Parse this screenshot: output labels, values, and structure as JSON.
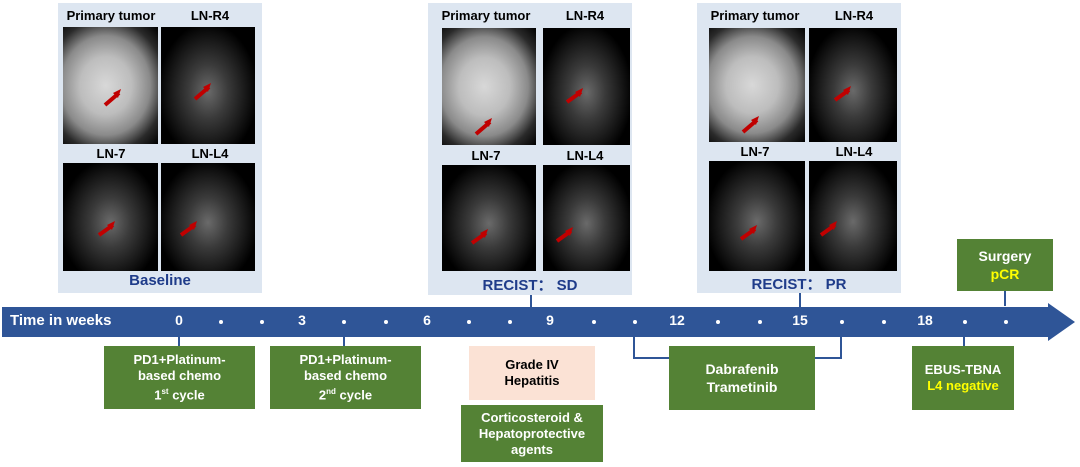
{
  "panels": [
    {
      "caption": "Baseline",
      "labels": {
        "tl": "Primary tumor",
        "tr": "LN-R4",
        "bl": "LN-7",
        "br": "LN-L4"
      }
    },
    {
      "caption": "RECIST： SD",
      "labels": {
        "tl": "Primary tumor",
        "tr": "LN-R4",
        "bl": "LN-7",
        "br": "LN-L4"
      }
    },
    {
      "caption": "RECIST： PR",
      "labels": {
        "tl": "Primary tumor",
        "tr": "LN-R4",
        "bl": "LN-7",
        "br": "LN-L4"
      }
    }
  ],
  "timeline": {
    "title": "Time in weeks",
    "ticks": [
      {
        "week": 0,
        "label": "0"
      },
      {
        "week": 3,
        "label": "3"
      },
      {
        "week": 6,
        "label": "6"
      },
      {
        "week": 9,
        "label": "9"
      },
      {
        "week": 12,
        "label": "12"
      },
      {
        "week": 15,
        "label": "15"
      },
      {
        "week": 18,
        "label": "18"
      }
    ],
    "bar_color": "#2f5597"
  },
  "events": {
    "cycle1": {
      "line1": "PD1+Platinum-",
      "line2": "based chemo",
      "line3_num": "1",
      "line3_sup": "st",
      "line3_rest": " cycle"
    },
    "cycle2": {
      "line1": "PD1+Platinum-",
      "line2": "based chemo",
      "line3_num": "2",
      "line3_sup": "nd",
      "line3_rest": " cycle"
    },
    "hepatitis": {
      "line1": "Grade IV",
      "line2": "Hepatitis"
    },
    "steroid": {
      "line1": "Corticosteroid &",
      "line2": "Hepatoprotective",
      "line3": "agents"
    },
    "dabrafenib": {
      "line1": "Dabrafenib",
      "line2": "Trametinib"
    },
    "ebus": {
      "line1": "EBUS-TBNA",
      "line2": "L4 negative"
    },
    "surgery": {
      "line1": "Surgery",
      "line2": "pCR"
    }
  },
  "colors": {
    "green": "#548235",
    "pink": "#fbe2d5",
    "panel_bg": "#dde6f1",
    "caption": "#1f3c8a",
    "highlight": "#ffff00",
    "arrow": "#c00000"
  }
}
